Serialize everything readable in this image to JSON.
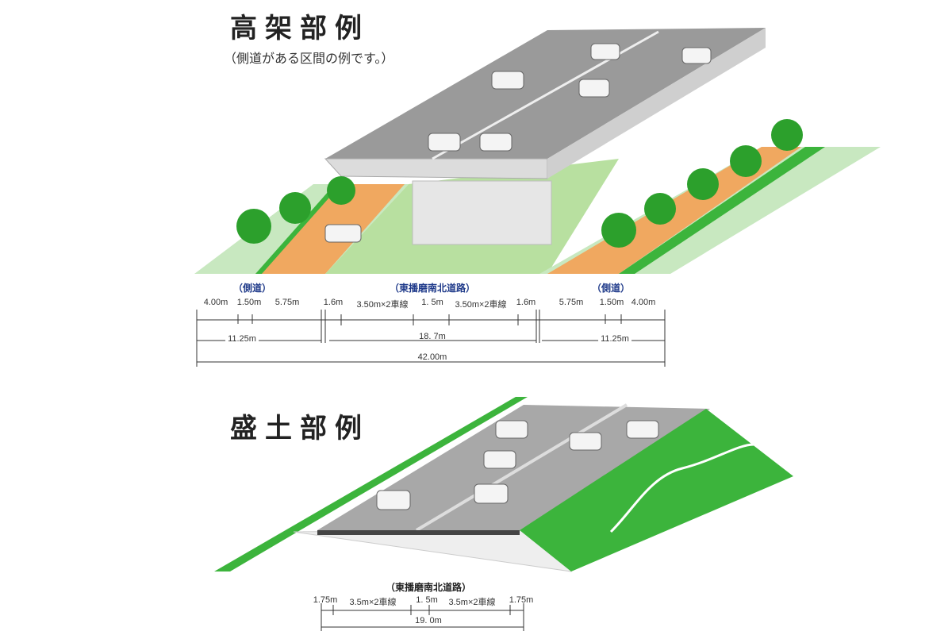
{
  "elevated": {
    "title": "高架部例",
    "subtitle": "（側道がある区間の例です。）",
    "sections": {
      "left": "（側道）",
      "center": "（東播磨南北道路）",
      "right": "（側道）"
    },
    "row1": [
      "4.00m",
      "1.50m",
      "5.75m",
      "1.6m",
      "3.50m×2車線",
      "1. 5m",
      "3.50m×2車線",
      "1.6m",
      "5.75m",
      "1.50m",
      "4.00m"
    ],
    "row2": [
      "11.25m",
      "18. 7m",
      "11.25m"
    ],
    "total": "42.00m"
  },
  "embankment": {
    "title": "盛土部例",
    "section": "（東播磨南北道路）",
    "row1": [
      "1.75m",
      "3.5m×2車線",
      "1. 5m",
      "3.5m×2車線",
      "1.75m"
    ],
    "total": "19. 0m"
  },
  "colors": {
    "grass": "#3cb43c",
    "lightGrass": "#b8e0a0",
    "road": "#a8a8a8",
    "sidewalk": "#f0a860",
    "tree": "#2ca02c"
  }
}
